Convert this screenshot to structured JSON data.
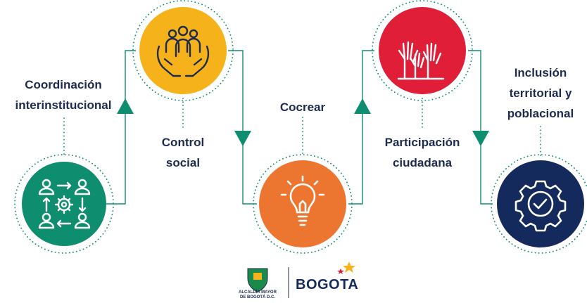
{
  "stages": [
    {
      "id": "coordinacion",
      "label_lines": [
        "Coordinación",
        "interinstitucional"
      ],
      "color": "#0e8e6f",
      "icon": "people-exchange-gear-icon"
    },
    {
      "id": "control",
      "label_lines": [
        "Control",
        "social"
      ],
      "color": "#f6b21b",
      "icon": "hands-holding-people-icon"
    },
    {
      "id": "cocrear",
      "label_lines": [
        "Cocrear"
      ],
      "color": "#ec7530",
      "icon": "lightbulb-icon"
    },
    {
      "id": "participacion",
      "label_lines": [
        "Participación",
        "ciudadana"
      ],
      "color": "#e01e37",
      "icon": "raised-hands-icon"
    },
    {
      "id": "inclusion",
      "label_lines": [
        "Inclusión",
        "territorial y",
        "poblacional"
      ],
      "color": "#14295c",
      "icon": "gear-check-icon"
    }
  ],
  "connector_color": "#0e8e6f",
  "footer": {
    "alcaldia_line1": "ALCALDÍA MAYOR",
    "alcaldia_line2": "DE BOGOTÁ D.C.",
    "brand": "BOGOTA"
  }
}
